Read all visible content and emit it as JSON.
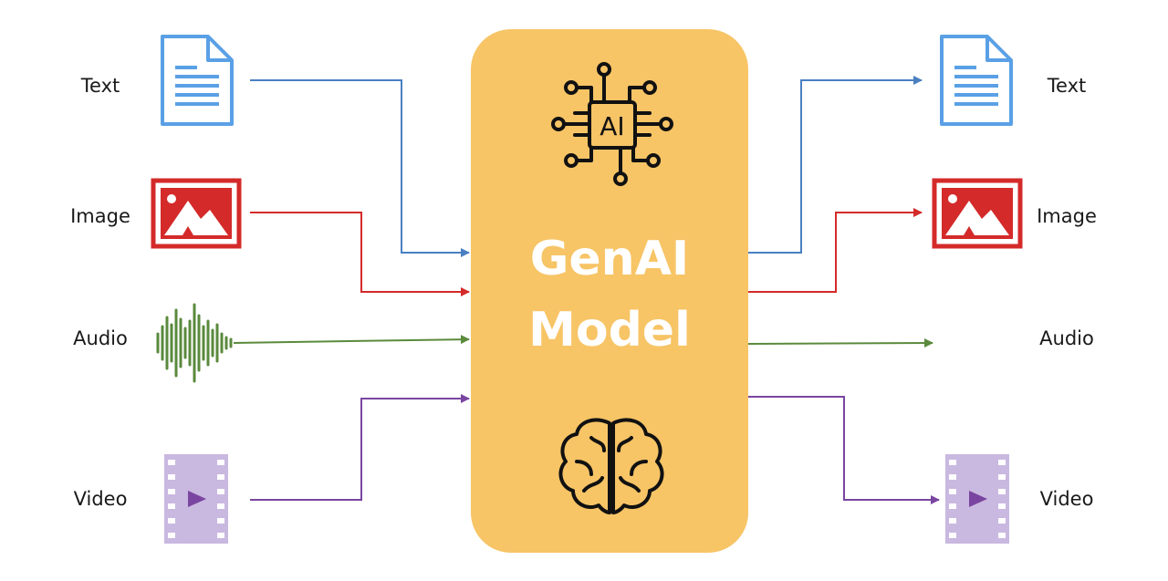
{
  "model": {
    "title_line1": "GenAI",
    "title_line2": "Model",
    "chip_label": "AI",
    "box_color": "#f7c466"
  },
  "inputs": [
    {
      "label": "Text",
      "icon": "document-icon",
      "color": "#4a7fc1"
    },
    {
      "label": "Image",
      "icon": "image-icon",
      "color": "#d42a2a"
    },
    {
      "label": "Audio",
      "icon": "waveform-icon",
      "color": "#5a8a3c"
    },
    {
      "label": "Video",
      "icon": "film-icon",
      "color": "#7a45a0"
    }
  ],
  "outputs": [
    {
      "label": "Text",
      "icon": "document-icon",
      "color": "#4a7fc1"
    },
    {
      "label": "Image",
      "icon": "image-icon",
      "color": "#d42a2a"
    },
    {
      "label": "Audio",
      "icon": "",
      "color": "#5a8a3c"
    },
    {
      "label": "Video",
      "icon": "film-icon",
      "color": "#7a45a0"
    }
  ]
}
